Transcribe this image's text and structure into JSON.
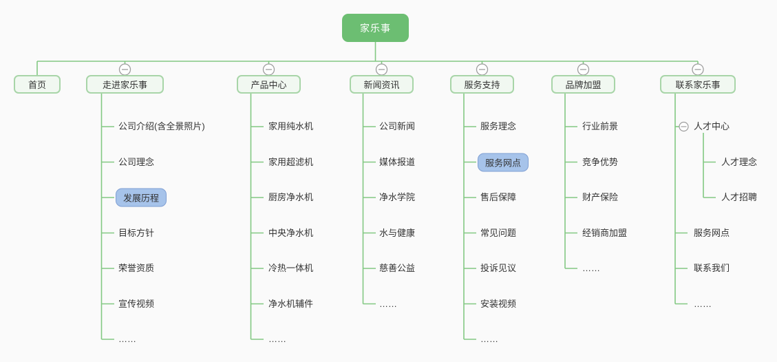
{
  "colors": {
    "background": "#fafafa",
    "root_bg": "#6cbe72",
    "root_text": "#ffffff",
    "node_bg": "#f1f8f1",
    "node_border": "#a8d5a8",
    "connector_line": "#82c882",
    "text": "#333333",
    "highlight_bg": "#a6c3ea",
    "highlight_border": "#7f9fd3",
    "collapse_icon": "#9d9d9d"
  },
  "icons": {
    "collapse": "minus-circle-icon"
  },
  "tree": {
    "root": {
      "label": "家乐事"
    },
    "branches": [
      {
        "label": "首页",
        "children": []
      },
      {
        "label": "走进家乐事",
        "children": [
          {
            "label": "公司介绍(含全景照片)"
          },
          {
            "label": "公司理念"
          },
          {
            "label": "发展历程",
            "highlighted": true
          },
          {
            "label": "目标方针"
          },
          {
            "label": "荣誉资质"
          },
          {
            "label": "宣传视频"
          },
          {
            "label": "……"
          }
        ]
      },
      {
        "label": "产品中心",
        "children": [
          {
            "label": "家用纯水机"
          },
          {
            "label": "家用超滤机"
          },
          {
            "label": "厨房净水机"
          },
          {
            "label": "中央净水机"
          },
          {
            "label": "冷热一体机"
          },
          {
            "label": "净水机辅件"
          },
          {
            "label": "……"
          }
        ]
      },
      {
        "label": "新闻资讯",
        "children": [
          {
            "label": "公司新闻"
          },
          {
            "label": "媒体报道"
          },
          {
            "label": "净水学院"
          },
          {
            "label": "水与健康"
          },
          {
            "label": "慈善公益"
          },
          {
            "label": "……"
          }
        ]
      },
      {
        "label": "服务支持",
        "children": [
          {
            "label": "服务理念"
          },
          {
            "label": "服务网点",
            "highlighted": true
          },
          {
            "label": "售后保障"
          },
          {
            "label": "常见问题"
          },
          {
            "label": "投诉见议"
          },
          {
            "label": "安装视频"
          },
          {
            "label": "……"
          }
        ]
      },
      {
        "label": "品牌加盟",
        "children": [
          {
            "label": "行业前景"
          },
          {
            "label": "竞争优势"
          },
          {
            "label": "财产保险"
          },
          {
            "label": "经销商加盟"
          },
          {
            "label": "……"
          }
        ]
      },
      {
        "label": "联系家乐事",
        "children": [
          {
            "label": "人才中心",
            "collapse_icon": true,
            "children": [
              {
                "label": "人才理念"
              },
              {
                "label": "人才招聘"
              }
            ]
          },
          {
            "label": "服务网点"
          },
          {
            "label": "联系我们"
          },
          {
            "label": "……"
          }
        ]
      }
    ]
  }
}
